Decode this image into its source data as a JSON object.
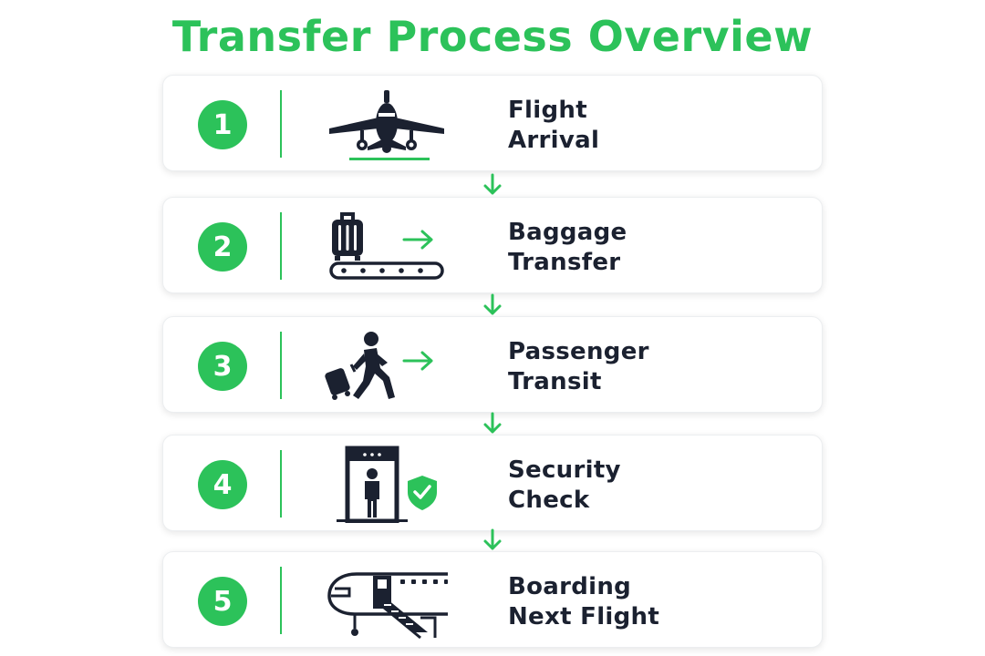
{
  "title": "Transfer Process Overview",
  "colors": {
    "accent": "#2cc25a",
    "text": "#1b2130",
    "divider": "#2cc25a"
  },
  "steps": [
    {
      "number": "1",
      "line1": "Flight",
      "line2": "Arrival",
      "icon": "airplane-icon"
    },
    {
      "number": "2",
      "line1": "Baggage",
      "line2": "Transfer",
      "icon": "baggage-conveyor-icon"
    },
    {
      "number": "3",
      "line1": "Passenger",
      "line2": "Transit",
      "icon": "walking-passenger-icon"
    },
    {
      "number": "4",
      "line1": "Security",
      "line2": "Check",
      "icon": "security-scanner-icon"
    },
    {
      "number": "5",
      "line1": "Boarding",
      "line2": "Next Flight",
      "icon": "boarding-stairs-icon"
    }
  ]
}
